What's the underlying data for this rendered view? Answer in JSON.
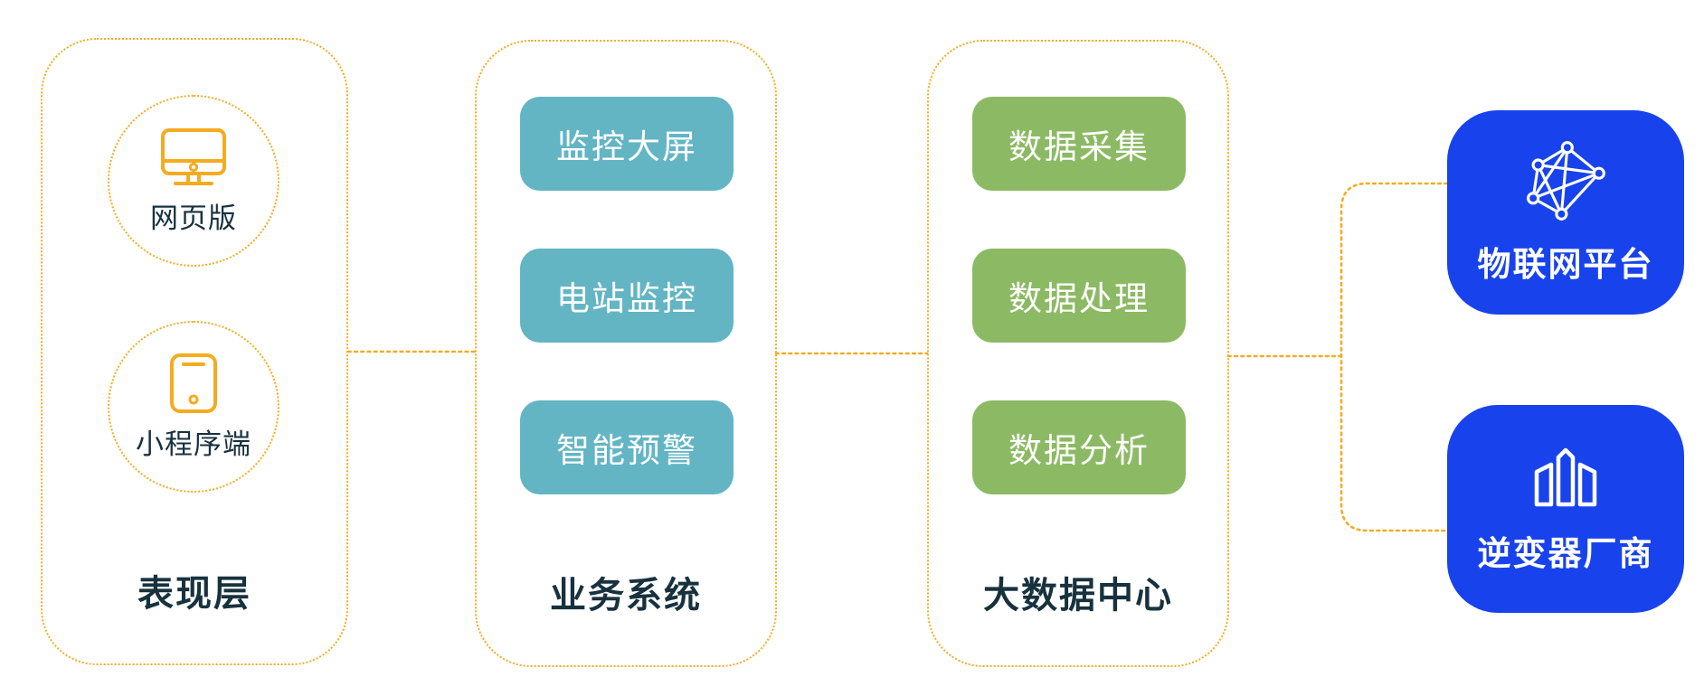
{
  "palette": {
    "dotted_amber": "#F5AB20",
    "teal_button": "#63B5C4",
    "green_button": "#8CBA64",
    "blue_card": "#1843EC",
    "dark_text": "#17323E",
    "white_text": "#FFFFFF"
  },
  "columns": [
    {
      "id": "presentation-layer",
      "label": "表现层",
      "nodes": [
        {
          "icon": "monitor-icon",
          "label": "网页版"
        },
        {
          "icon": "phone-icon",
          "label": "小程序端"
        }
      ]
    },
    {
      "id": "business-system",
      "label": "业务系统",
      "buttons": [
        "监控大屏",
        "电站监控",
        "智能预警"
      ]
    },
    {
      "id": "big-data-center",
      "label": "大数据中心",
      "buttons": [
        "数据采集",
        "数据处理",
        "数据分析"
      ]
    }
  ],
  "external": [
    {
      "icon": "network-graph-icon",
      "label": "物联网平台"
    },
    {
      "icon": "factory-icon",
      "label": "逆变器厂商"
    }
  ]
}
